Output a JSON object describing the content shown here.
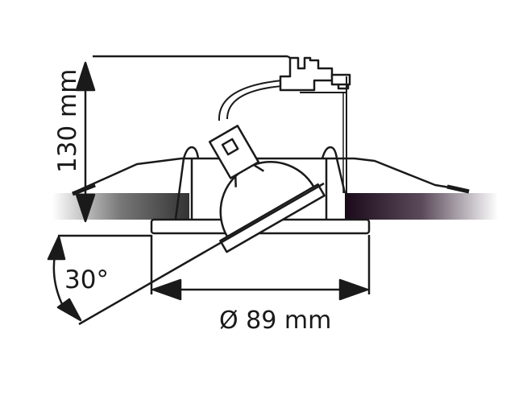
{
  "dimensions": {
    "height_label": "130 mm",
    "tilt_label": "30°",
    "diameter_label": "Ø 89 mm"
  },
  "colors": {
    "line": "#1a1a1a",
    "ceiling": "#2a1a2a"
  }
}
